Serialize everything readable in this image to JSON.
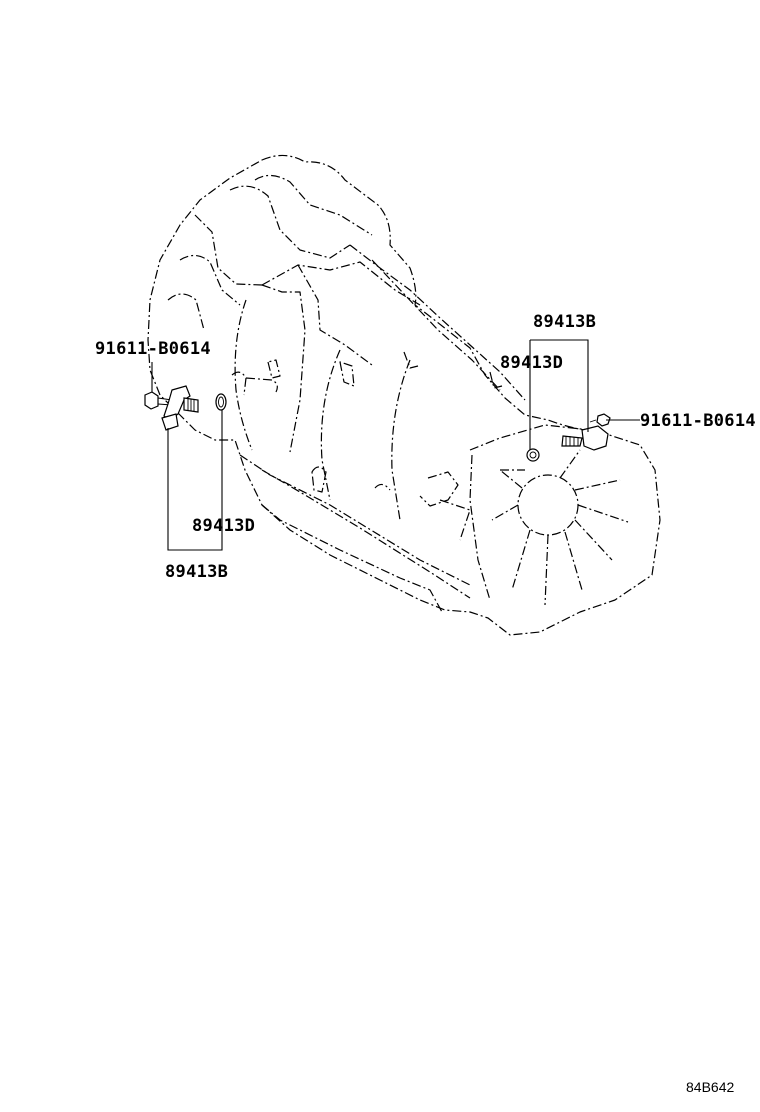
{
  "labels": {
    "left_bolt": "91611-B0614",
    "left_sensor": "89413B",
    "left_oring": "89413D",
    "right_sensor": "89413B",
    "right_oring": "89413D",
    "right_bolt": "91611-B0614"
  },
  "reference_code": "84B642"
}
